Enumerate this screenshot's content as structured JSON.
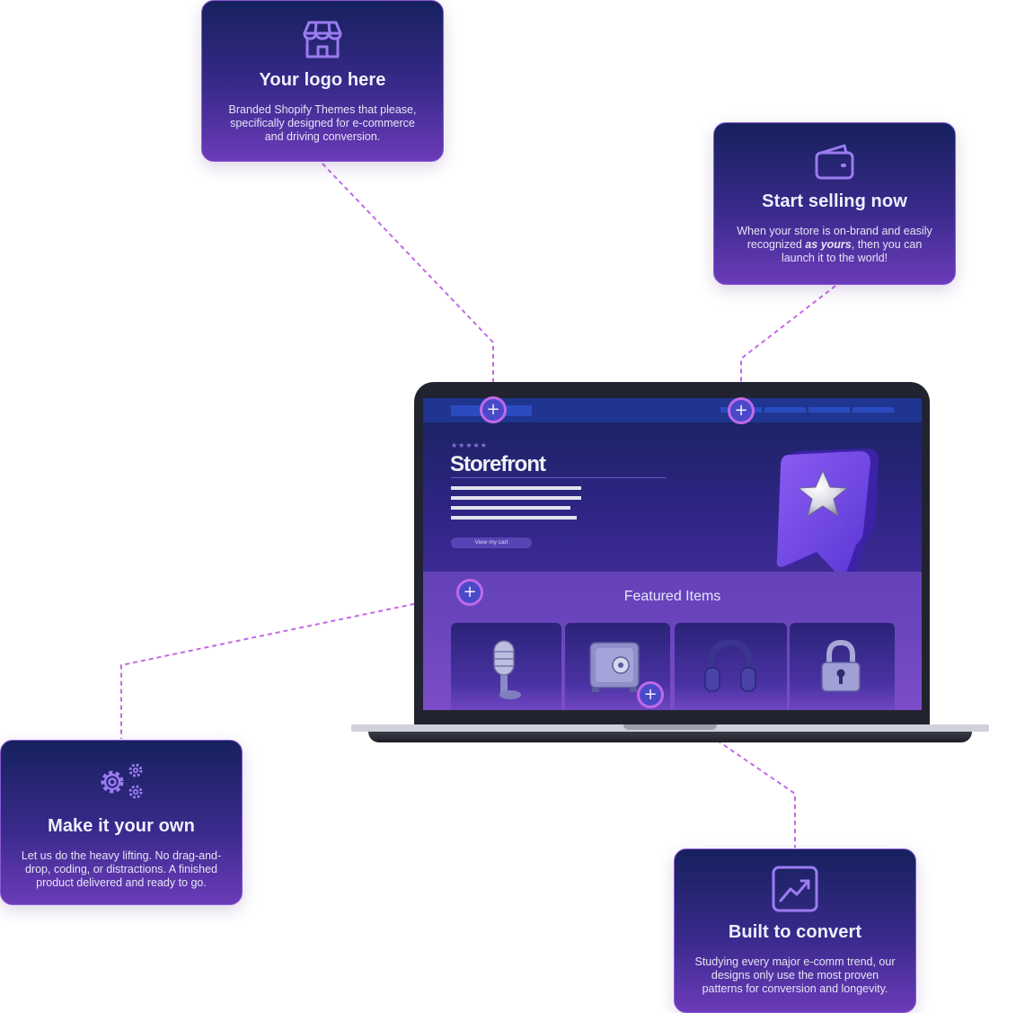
{
  "cards": {
    "logo": {
      "icon": "storefront-icon",
      "title": "Your logo here",
      "lines": [
        "Branded Shopify Themes that please,",
        "specifically designed for e-commerce",
        "and driving conversion."
      ]
    },
    "sell": {
      "icon": "wallet-icon",
      "title": "Start selling now",
      "line1": "When your store is on-brand and easily",
      "line2_pre": "recognized ",
      "line2_em": "as yours",
      "line2_post": ", then you can",
      "line3": "launch it to the world!"
    },
    "own": {
      "icon": "gears-icon",
      "title": "Make it your own",
      "lines": [
        "Let us do the heavy lifting. No drag-and-",
        "drop, coding, or distractions. A finished",
        "product delivered and ready to go."
      ]
    },
    "convert": {
      "icon": "trend-chart-icon",
      "title": "Built to convert",
      "lines": [
        "Studying every major e-comm trend, our",
        "designs only use the most proven",
        "patterns for conversion and longevity."
      ]
    }
  },
  "screen": {
    "stars": "★★★★★",
    "title": "Storefront",
    "button": "View my cart",
    "featured_title": "Featured Items",
    "products": [
      "microphone-icon",
      "safe-icon",
      "headphones-icon",
      "padlock-icon"
    ],
    "badge": "star-bookmark-icon"
  },
  "hotspot_symbol": "+",
  "colors": {
    "card_top": "#16215e",
    "card_bottom": "#6b3bb9",
    "connector": "#c46ae6",
    "icon_stroke": "#9b7cf0"
  }
}
